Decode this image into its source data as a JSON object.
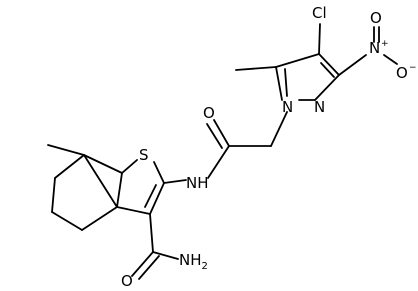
{
  "atom_labels": {
    "cl": "Cl",
    "s": "S",
    "o_amide": "O",
    "o_nitro_double": "O",
    "o_nitro_single": "O",
    "minus_sign": "−",
    "n_nitro": "N",
    "plus_sign": "+",
    "n1_pyrazole": "N",
    "n2_pyrazole": "N",
    "nh_amide": "NH",
    "amide_n": "NH",
    "amide_sub": "2",
    "amide_o": "O"
  }
}
